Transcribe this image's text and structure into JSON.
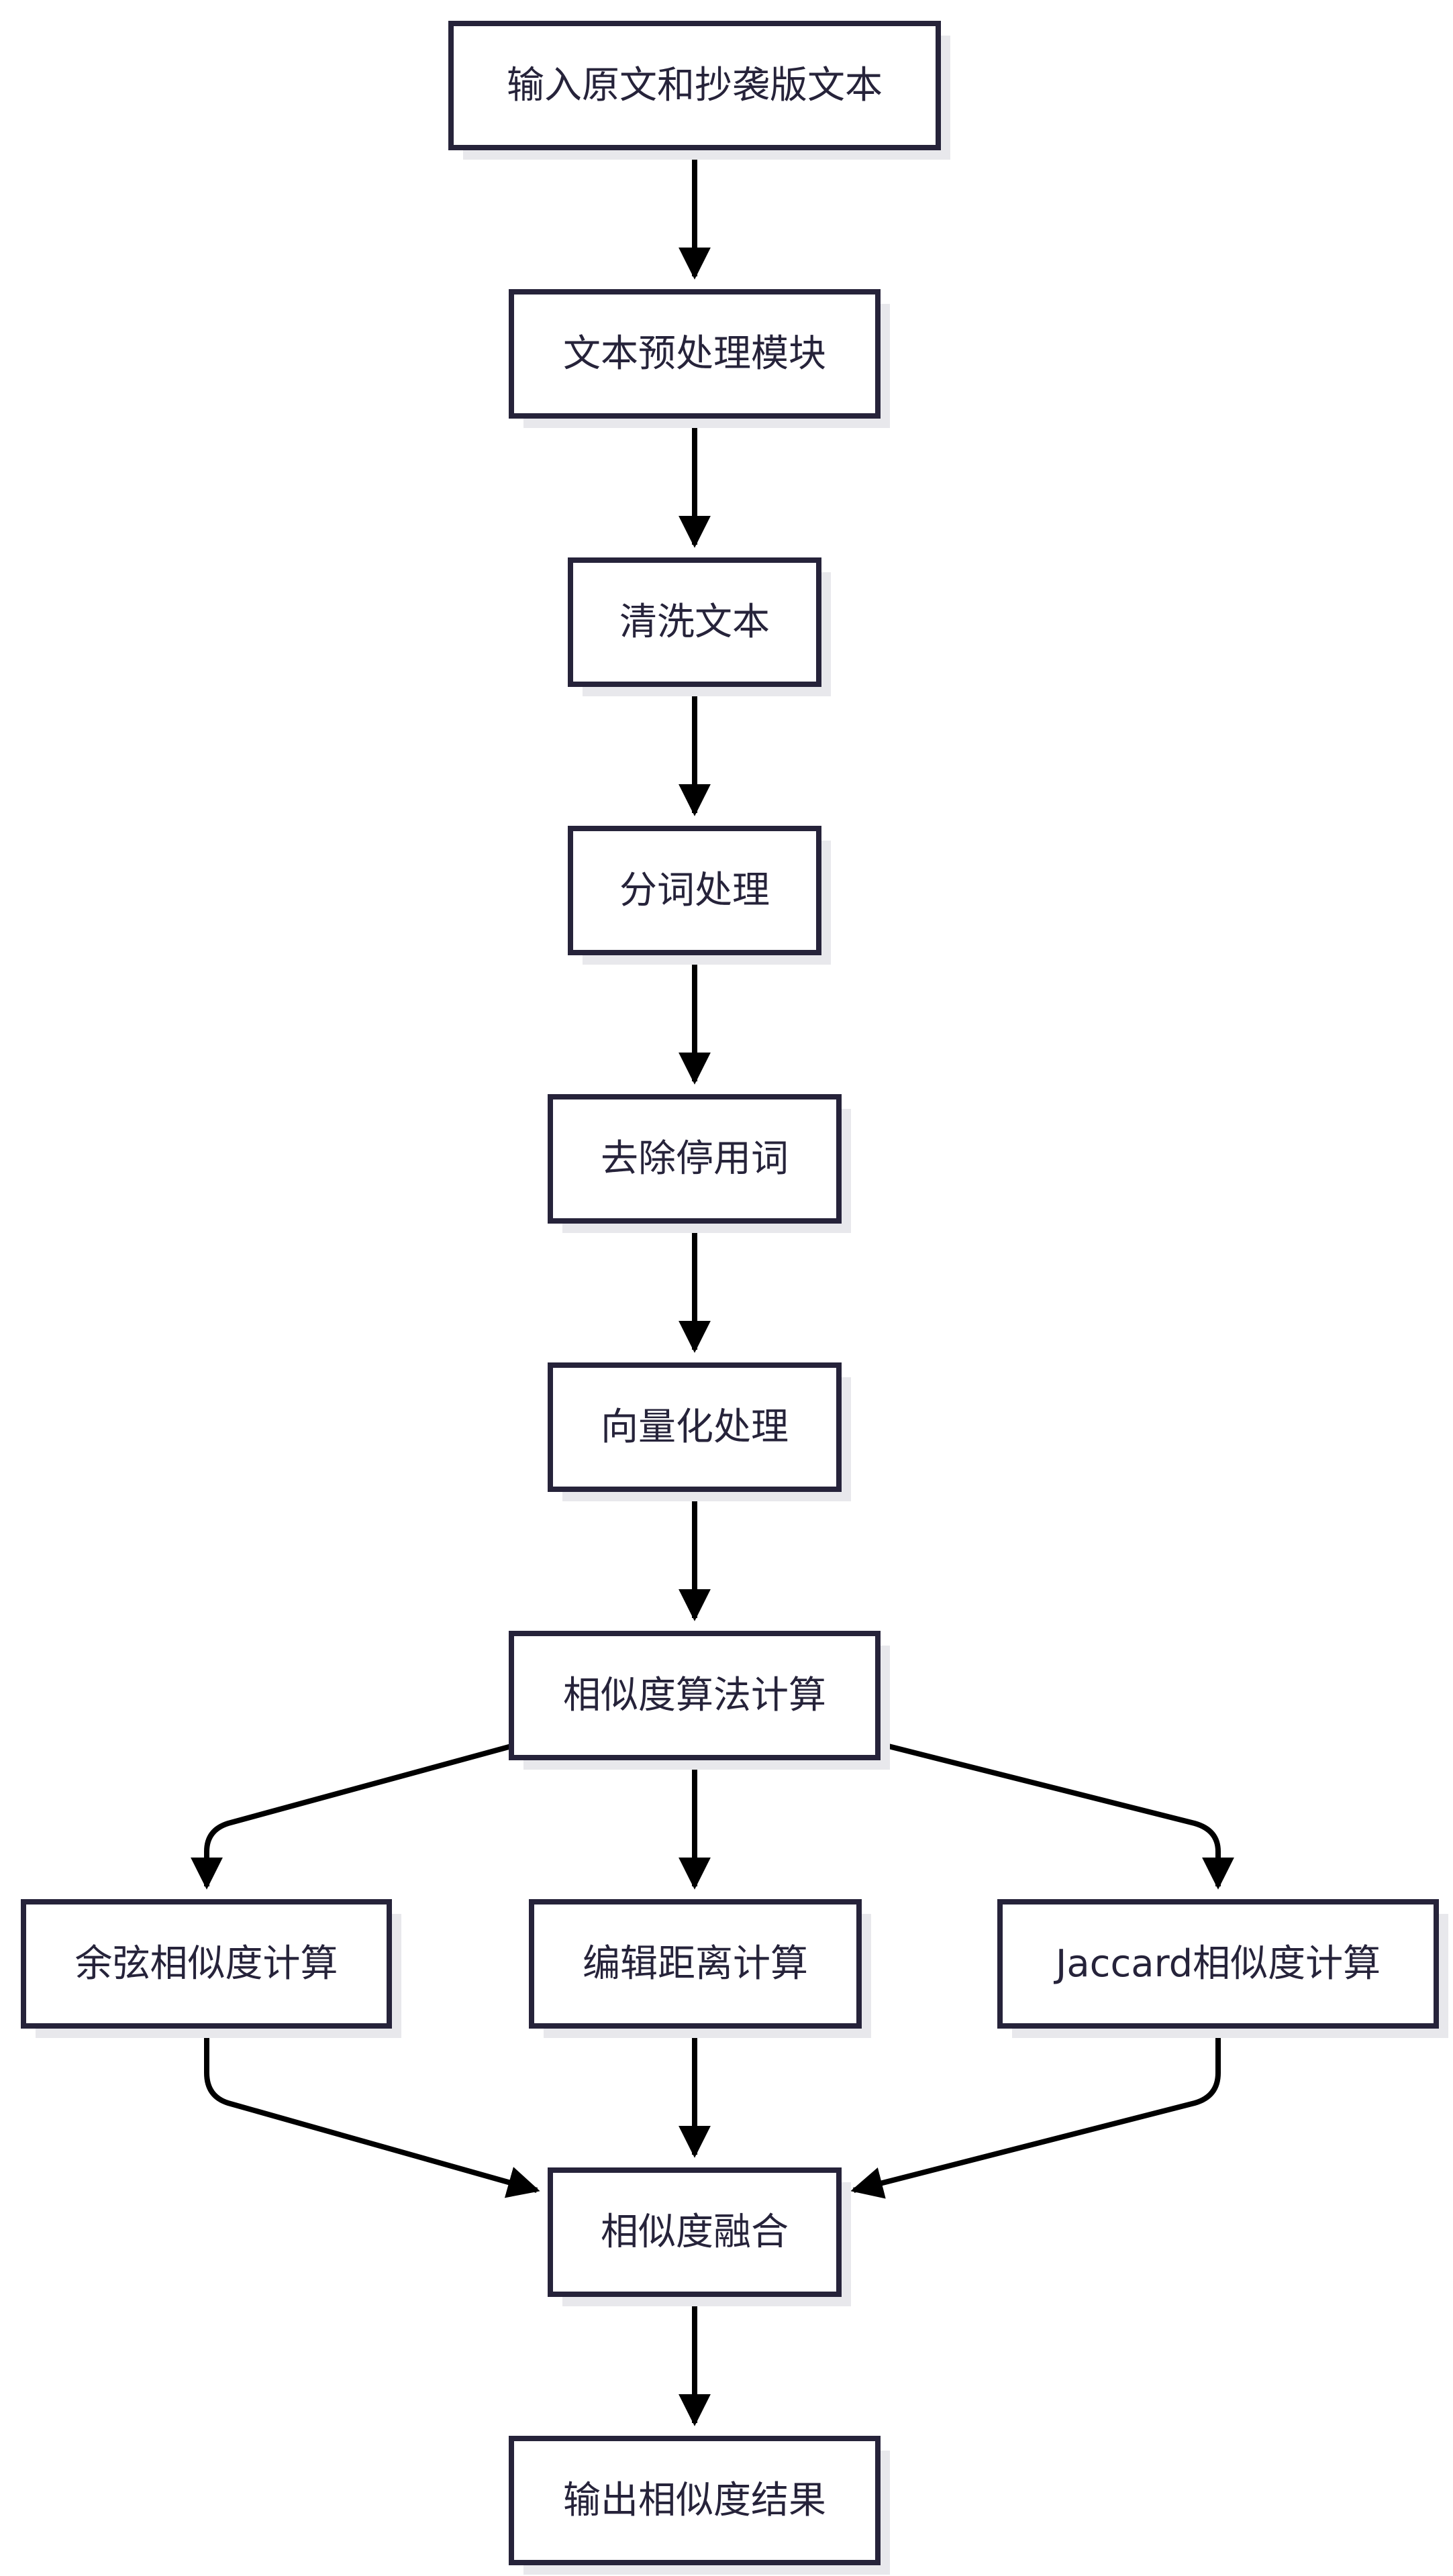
{
  "diagram": {
    "type": "flowchart",
    "nodes": [
      {
        "id": "input",
        "label": "输入原文和抄袭版文本"
      },
      {
        "id": "preprocess",
        "label": "文本预处理模块"
      },
      {
        "id": "clean",
        "label": "清洗文本"
      },
      {
        "id": "segment",
        "label": "分词处理"
      },
      {
        "id": "stopwords",
        "label": "去除停用词"
      },
      {
        "id": "vectorize",
        "label": "向量化处理"
      },
      {
        "id": "similarity",
        "label": "相似度算法计算"
      },
      {
        "id": "cosine",
        "label": "余弦相似度计算"
      },
      {
        "id": "edit",
        "label": "编辑距离计算"
      },
      {
        "id": "jaccard",
        "label": "Jaccard相似度计算"
      },
      {
        "id": "fusion",
        "label": "相似度融合"
      },
      {
        "id": "output",
        "label": "输出相似度结果"
      }
    ],
    "edges": [
      {
        "from": "input",
        "to": "preprocess"
      },
      {
        "from": "preprocess",
        "to": "clean"
      },
      {
        "from": "clean",
        "to": "segment"
      },
      {
        "from": "segment",
        "to": "stopwords"
      },
      {
        "from": "stopwords",
        "to": "vectorize"
      },
      {
        "from": "vectorize",
        "to": "similarity"
      },
      {
        "from": "similarity",
        "to": "cosine"
      },
      {
        "from": "similarity",
        "to": "edit"
      },
      {
        "from": "similarity",
        "to": "jaccard"
      },
      {
        "from": "cosine",
        "to": "fusion"
      },
      {
        "from": "edit",
        "to": "fusion"
      },
      {
        "from": "jaccard",
        "to": "fusion"
      },
      {
        "from": "fusion",
        "to": "output"
      }
    ],
    "colors": {
      "box_stroke": "#26233a",
      "box_fill": "#ffffff",
      "shadow": "#e8e8ec",
      "edge": "#000000",
      "text": "#26233a"
    }
  }
}
